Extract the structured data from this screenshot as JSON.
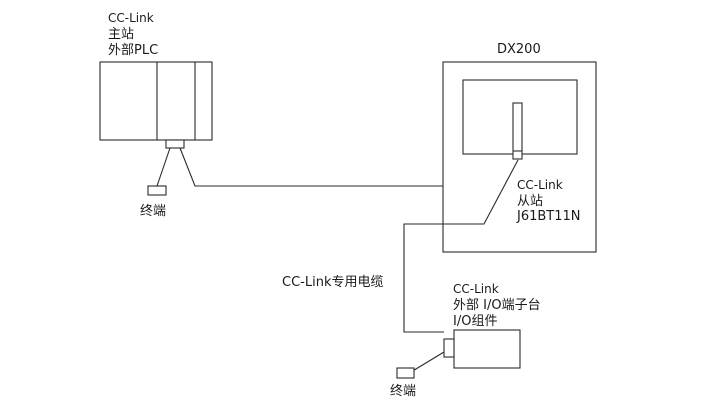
{
  "master": {
    "line1": "CC-Link",
    "line2": "主站",
    "line3": "外部PLC"
  },
  "controller": {
    "title": "DX200"
  },
  "slave": {
    "line1": "CC-Link",
    "line2": "从站",
    "line3": "J61BT11N"
  },
  "cable": {
    "label": "CC-Link专用电缆"
  },
  "io_unit": {
    "line1": "CC-Link",
    "line2": "外部 I/O端子台",
    "line3": "I/O组件"
  },
  "terminator_left": {
    "label": "终端"
  },
  "terminator_bottom": {
    "label": "终端"
  }
}
